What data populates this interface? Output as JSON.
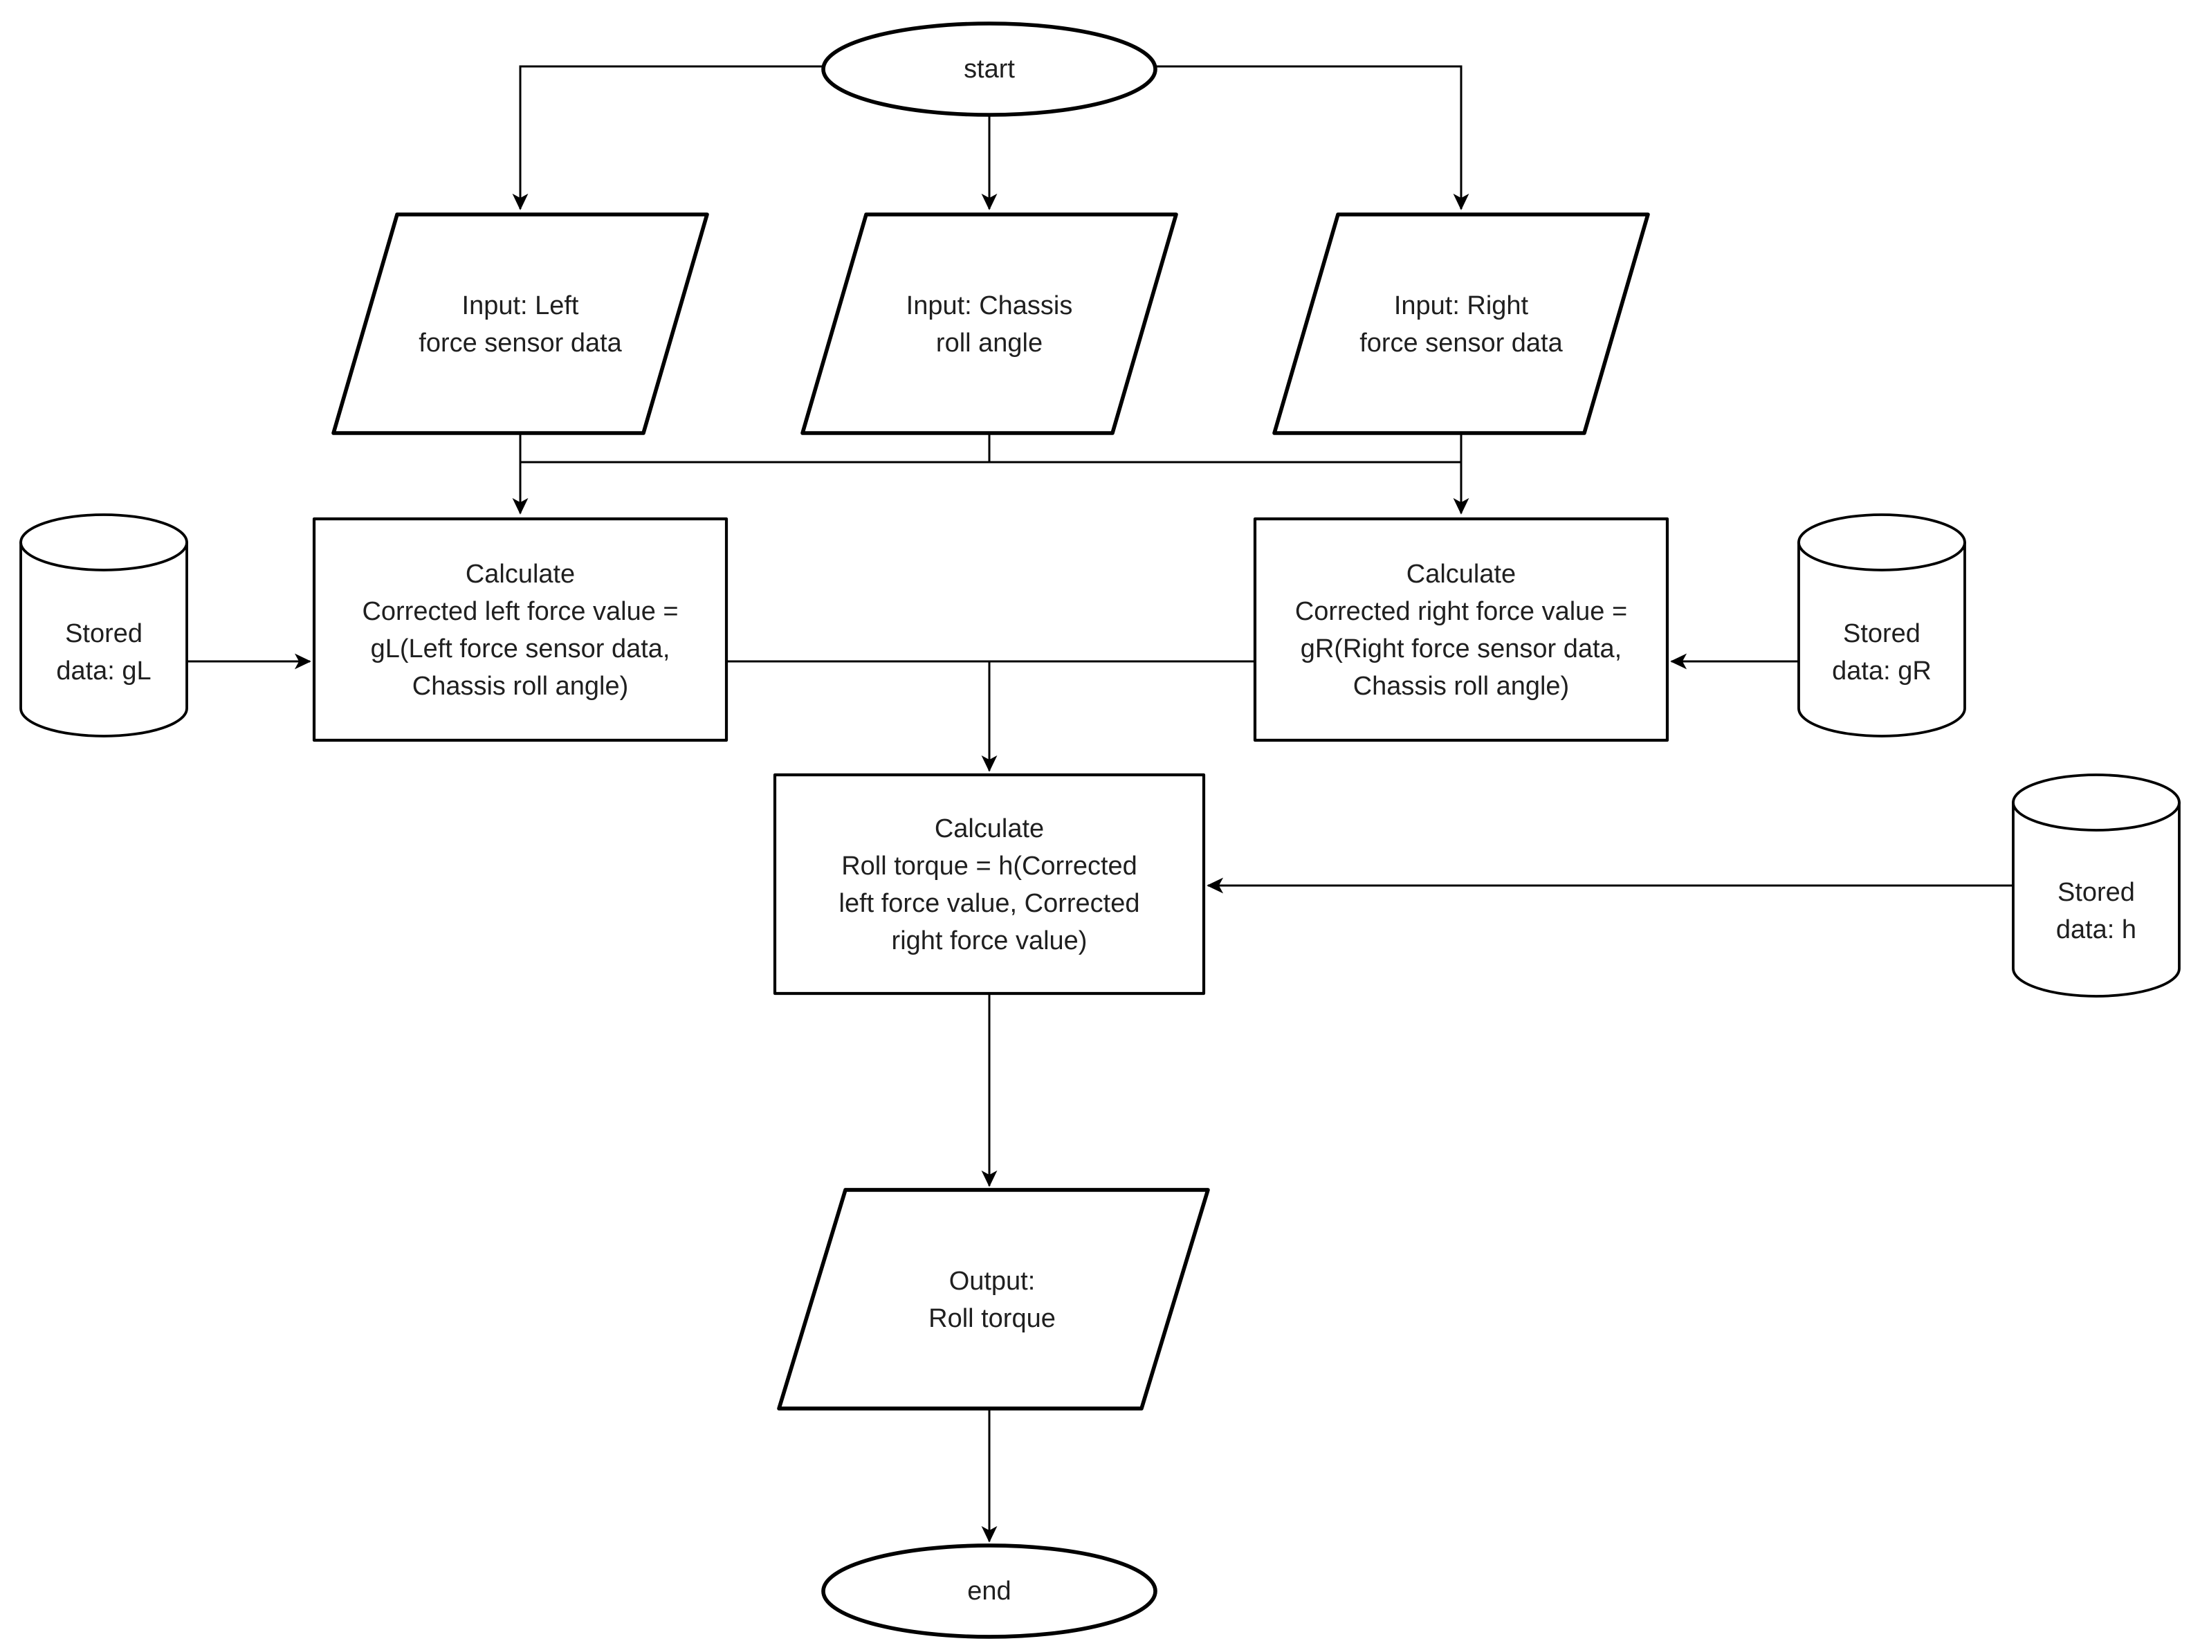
{
  "diagram": {
    "type": "flowchart",
    "background_color": "#ffffff",
    "stroke_color": "#000000",
    "text_color": "#1f1f1f",
    "nodes": {
      "start": {
        "type": "terminator",
        "label": "start"
      },
      "input_left": {
        "type": "input-parallelogram",
        "lines": [
          "Input: Left",
          "force sensor data"
        ]
      },
      "input_chassis": {
        "type": "input-parallelogram",
        "lines": [
          "Input: Chassis",
          "roll angle"
        ]
      },
      "input_right": {
        "type": "input-parallelogram",
        "lines": [
          "Input: Right",
          "force sensor data"
        ]
      },
      "stored_gl": {
        "type": "datastore-cylinder",
        "lines": [
          "Stored",
          "data: gL"
        ]
      },
      "calc_left": {
        "type": "process",
        "lines": [
          "Calculate",
          "Corrected left force value =",
          "gL(Left force sensor data,",
          "Chassis roll angle)"
        ]
      },
      "calc_right": {
        "type": "process",
        "lines": [
          "Calculate",
          "Corrected right force value =",
          "gR(Right force sensor data,",
          "Chassis roll angle)"
        ]
      },
      "stored_gr": {
        "type": "datastore-cylinder",
        "lines": [
          "Stored",
          "data: gR"
        ]
      },
      "calc_torque": {
        "type": "process",
        "lines": [
          "Calculate",
          "Roll torque = h(Corrected",
          "left force value, Corrected",
          "right force value)"
        ]
      },
      "stored_h": {
        "type": "datastore-cylinder",
        "lines": [
          "Stored",
          "data: h"
        ]
      },
      "output": {
        "type": "output-parallelogram",
        "lines": [
          "Output:",
          "Roll torque"
        ]
      },
      "end": {
        "type": "terminator",
        "label": "end"
      }
    },
    "edges": [
      {
        "from": "start",
        "to": "input_left"
      },
      {
        "from": "start",
        "to": "input_chassis"
      },
      {
        "from": "start",
        "to": "input_right"
      },
      {
        "from": "input_left",
        "to": "calc_left"
      },
      {
        "from": "input_chassis",
        "to": "calc_left"
      },
      {
        "from": "input_chassis",
        "to": "calc_right"
      },
      {
        "from": "input_right",
        "to": "calc_right"
      },
      {
        "from": "stored_gl",
        "to": "calc_left"
      },
      {
        "from": "stored_gr",
        "to": "calc_right"
      },
      {
        "from": "calc_left",
        "to": "calc_torque"
      },
      {
        "from": "calc_right",
        "to": "calc_torque"
      },
      {
        "from": "stored_h",
        "to": "calc_torque"
      },
      {
        "from": "calc_torque",
        "to": "output"
      },
      {
        "from": "output",
        "to": "end"
      }
    ]
  }
}
